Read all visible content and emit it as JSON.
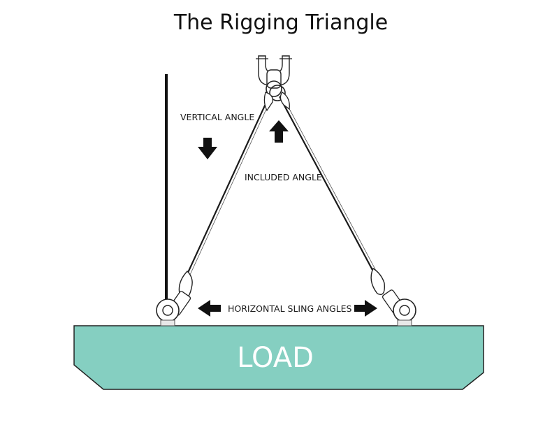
{
  "title": "The Rigging Triangle",
  "labels": {
    "vertical_angle": "VERTICAL ANGLE",
    "included_angle": "INCLUDED ANGLE",
    "horizontal_sling_angles": "HORIZONTAL SLING ANGLES",
    "load": "LOAD"
  },
  "colors": {
    "load_fill": "#85cfc1",
    "load_stroke": "#222222",
    "line": "#1a1a1a"
  }
}
